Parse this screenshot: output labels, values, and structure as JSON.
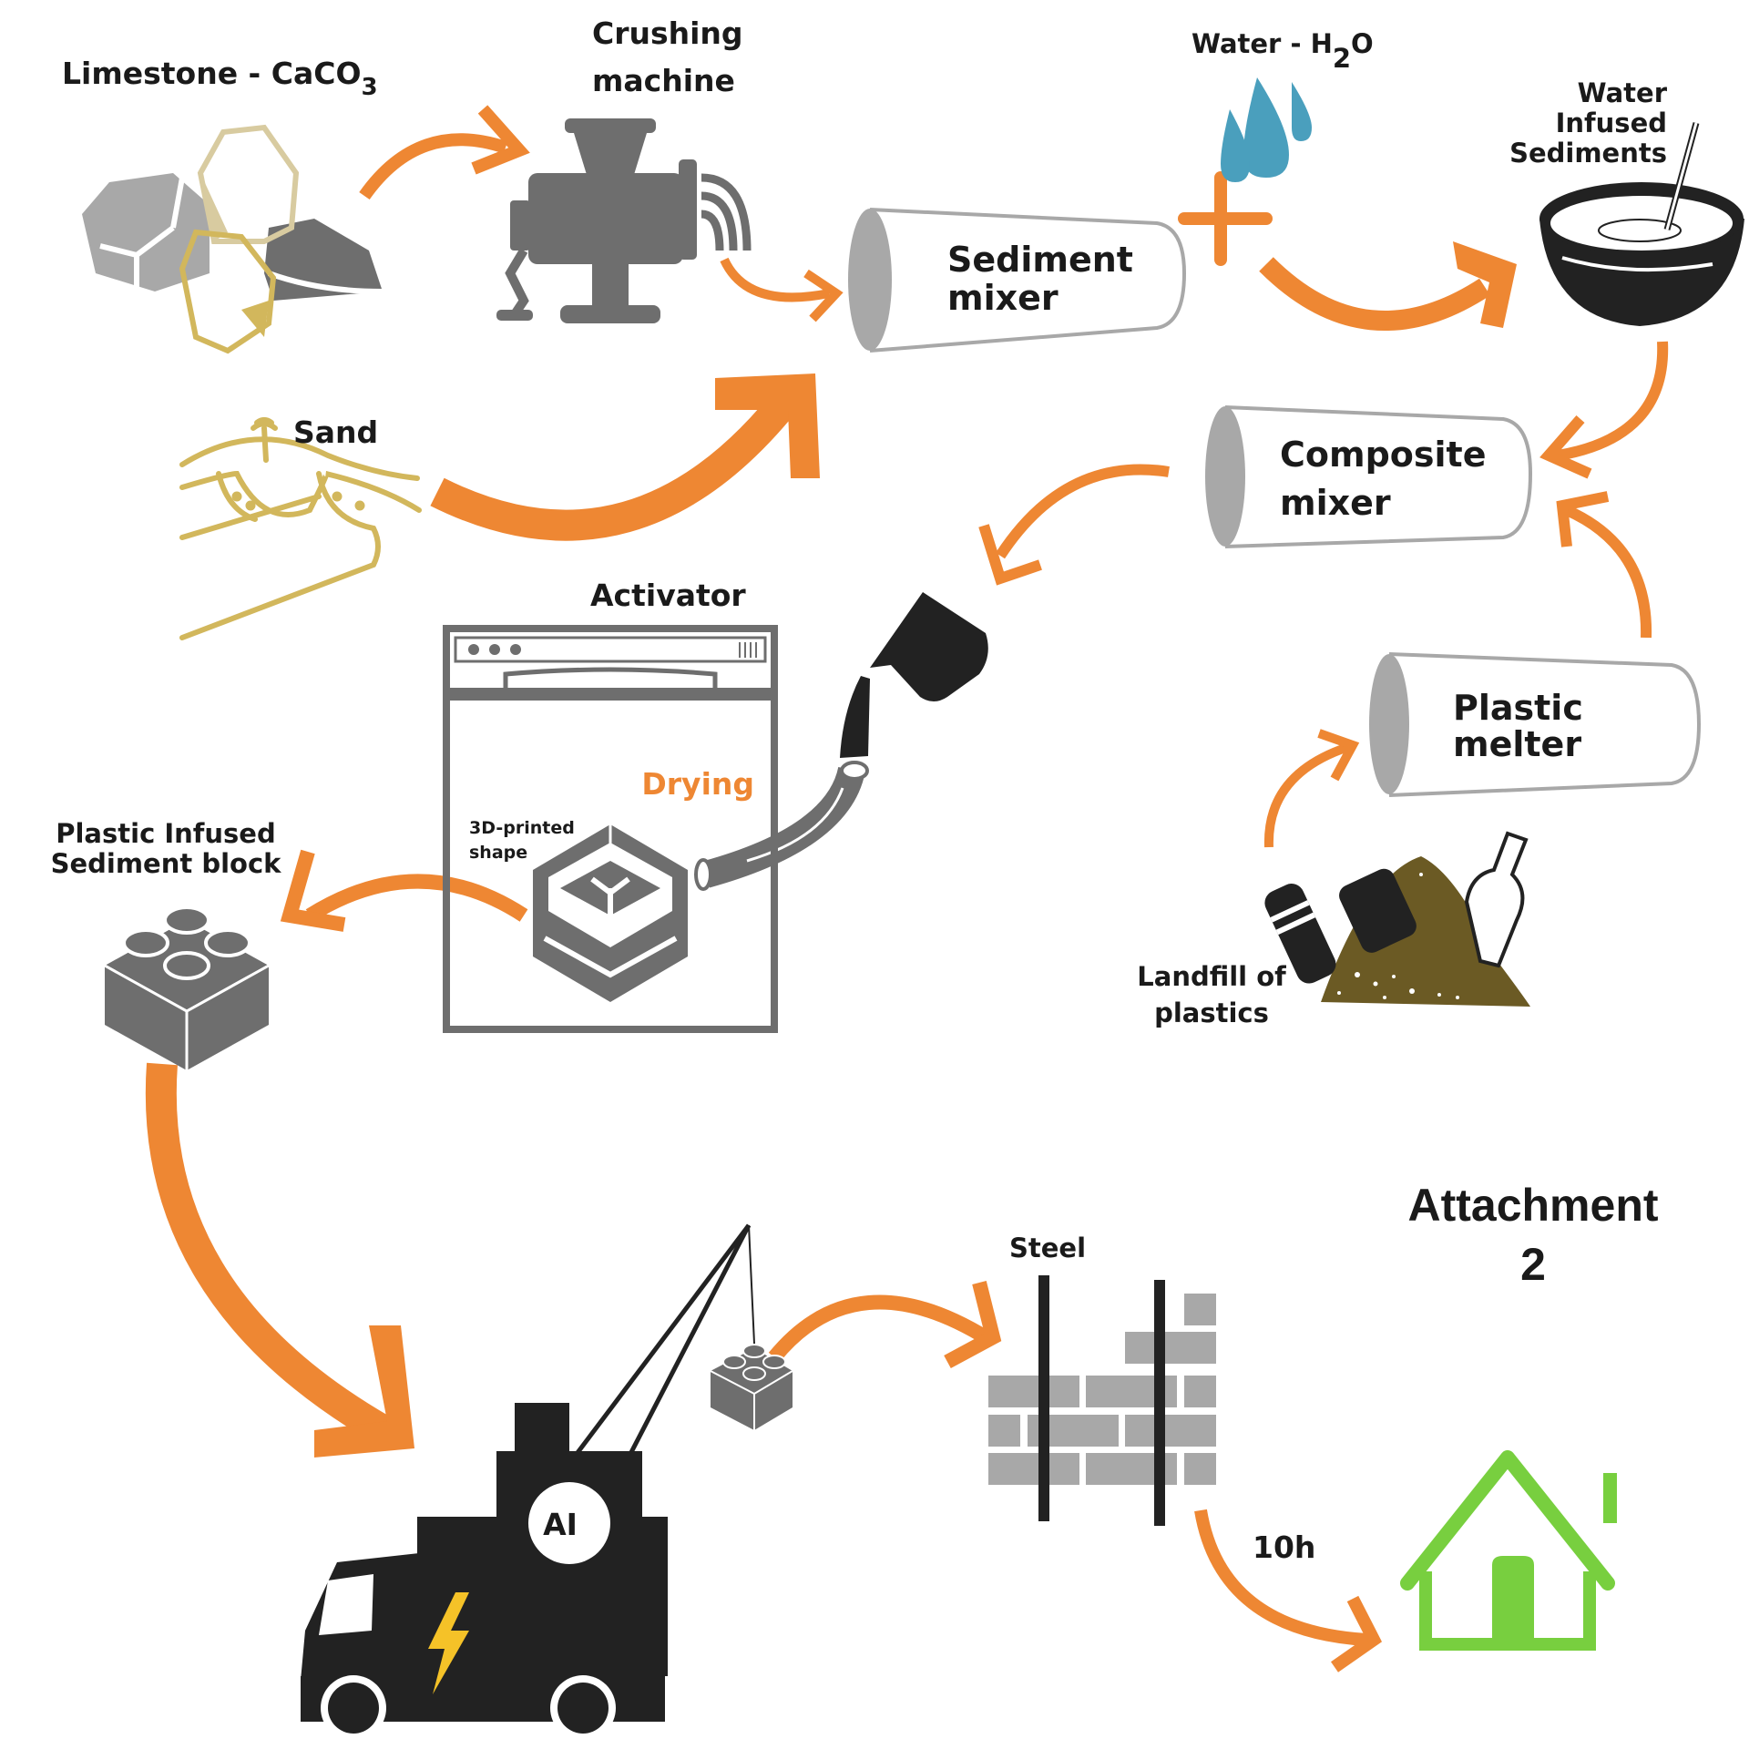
{
  "title": {
    "line1": "Attachment",
    "line2": "2"
  },
  "colors": {
    "arrow": "#ee8733",
    "gray_dark": "#6e6e6e",
    "gray_light": "#a8a8a8",
    "black": "#222222",
    "gold": "#d2b75c",
    "gold_light": "#d8cba0",
    "water": "#4a9fbd",
    "house": "#78cf3f",
    "landfill": "#6b5a24",
    "bolt": "#f5c228"
  },
  "nodes": {
    "limestone": {
      "label": "Limestone - CaCO",
      "subscript": "3"
    },
    "crushing_machine": {
      "line1": "Crushing",
      "line2": "machine"
    },
    "water": {
      "label": "Water - H",
      "subscript": "2",
      "suffix": "O"
    },
    "sediment_mixer": {
      "line1": "Sediment",
      "line2": "mixer"
    },
    "water_infused_sediments": {
      "line1": "Water",
      "line2": "Infused",
      "line3": "Sediments"
    },
    "sand": {
      "label": "Sand"
    },
    "composite_mixer": {
      "line1": "Composite",
      "line2": "mixer"
    },
    "plastic_melter": {
      "line1": "Plastic",
      "line2": "melter"
    },
    "landfill": {
      "line1": "Landfill of",
      "line2": "plastics"
    },
    "activator": {
      "label": "Activator",
      "drying": "Drying",
      "shape_line1": "3D-printed",
      "shape_line2": "shape"
    },
    "block": {
      "line1": "Plastic Infused",
      "line2": "Sediment block"
    },
    "truck": {
      "ai_label": "AI"
    },
    "steel": {
      "label": "Steel"
    },
    "house": {
      "time_label": "10h"
    }
  },
  "plus_sign": "+"
}
